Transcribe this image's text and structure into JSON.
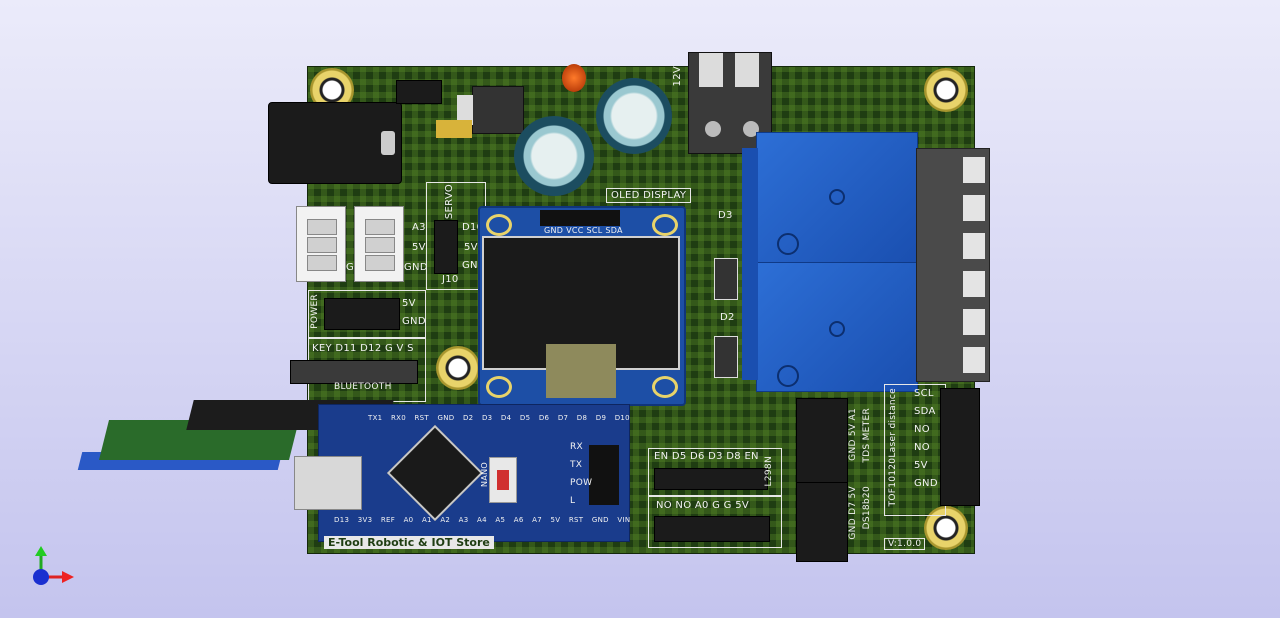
{
  "labels": {
    "servo": "SERVO",
    "d10": "D10",
    "five_v": "5V",
    "gnd": "GND",
    "j10": "J10",
    "a3": "A3",
    "g": "G",
    "power": "POWER",
    "key_row": "KEY D11 D12 G V S",
    "bluetooth": "BLUETOOTH",
    "oled_display": "OLED DISPLAY",
    "oled_pins": "GND VCC SCL SDA",
    "volt_12": "12V",
    "d3": "D3",
    "d2": "D2",
    "nano_top_pins": "TX1 RX0 RST GND D2 D3 D4 D5 D6 D7 D8 D9 D10",
    "nano_bottom_pins": "D13 3V3 REF A0 A1 A2 A3 A4 A5 A6 A7 5V RST GND VIN",
    "nano_rx": "RX",
    "nano_tx": "TX",
    "nano_pow": "POW",
    "nano_l": "L",
    "nano_text": "NANO",
    "store": "E-Tool Robotic & IOT Store",
    "l298n_row": "EN D5 D6 D3 D8 EN",
    "l298n": "L298N",
    "bottom_row": "NO NO A0 G G 5V",
    "tds": "GND 5V A1",
    "tds_title": "TDS METER",
    "ds18": "GND D7 5V",
    "ds18_title": "DS18b20",
    "tof_title": "TOF10120Laser distance",
    "tof_scl": "SCL",
    "tof_sda": "SDA",
    "tof_no1": "NO",
    "tof_no2": "NO",
    "tof_5v": "5V",
    "tof_gnd": "GND",
    "version": "V:1.0.0"
  },
  "colors": {
    "board": "#1f3d12",
    "relay": "#2d6fd6",
    "nano": "#1a3c8c",
    "silkscreen": "#f2f2f2"
  }
}
